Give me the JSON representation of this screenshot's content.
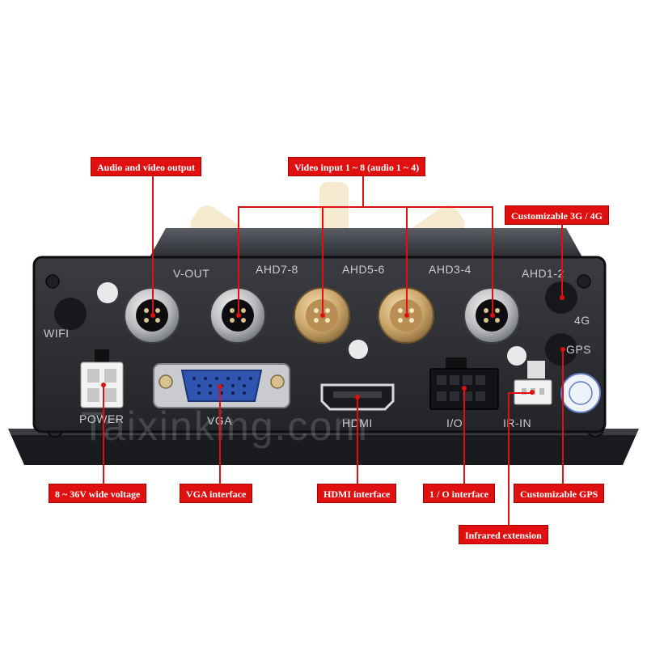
{
  "callouts": {
    "audio_video_output": "Audio and video output",
    "video_input": "Video input 1 ~ 8 (audio 1 ~ 4)",
    "customizable_4g": "Customizable 3G / 4G",
    "wide_voltage": "8 ~ 36V wide voltage",
    "vga_interface": "VGA interface",
    "hdmi_interface": "HDMI interface",
    "io_interface": "1 / O interface",
    "customizable_gps": "Customizable GPS",
    "infrared_extension": "Infrared extension"
  },
  "panel_labels": {
    "v_out": "V-OUT",
    "ahd78": "AHD7-8",
    "ahd56": "AHD5-6",
    "ahd34": "AHD3-4",
    "ahd12": "AHD1-2",
    "wifi": "WIFI",
    "g4": "4G",
    "gps": "GPS",
    "power": "POWER",
    "vga": "VGA",
    "hdmi": "HDMI",
    "io": "I/O",
    "ir_in": "IR-IN"
  },
  "watermark": "Taixinking.com",
  "colors": {
    "callout_red": "#e01010",
    "panel_dark": "#2a2c30",
    "chassis_black": "#15161a",
    "gold_connector": "#c9a56a",
    "vga_blue": "#2f55b0"
  }
}
